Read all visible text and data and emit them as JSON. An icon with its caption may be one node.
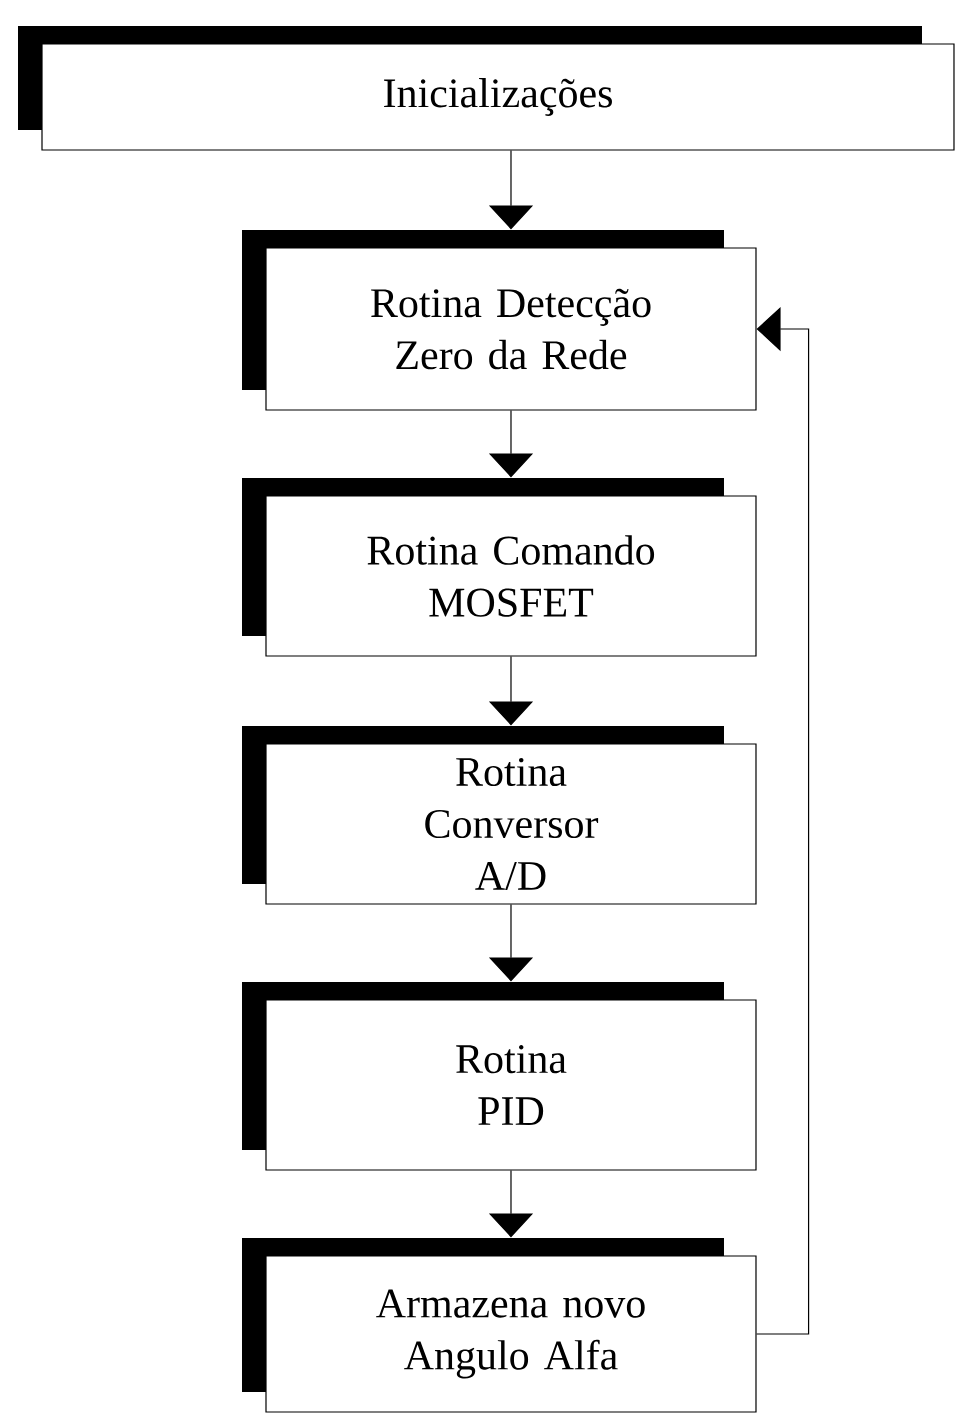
{
  "diagram": {
    "nodes": [
      {
        "text": [
          "Inicializações"
        ]
      },
      {
        "text": [
          "Rotina Detecção Zero da Rede"
        ]
      },
      {
        "text": [
          "Rotina Comando MOSFET"
        ]
      },
      {
        "text": [
          "Rotina Conversor A/D"
        ]
      },
      {
        "text": [
          "Rotina PID"
        ]
      },
      {
        "text": [
          "Armazena novo Angulo Alfa"
        ]
      }
    ],
    "edges": [
      {
        "from": 0,
        "to": 1,
        "arrow": "to"
      },
      {
        "from": 1,
        "to": 2,
        "arrow": "to"
      },
      {
        "from": 2,
        "to": 3,
        "arrow": "to"
      },
      {
        "from": 3,
        "to": 4,
        "arrow": "to"
      },
      {
        "from": 4,
        "to": 5,
        "arrow": "to"
      },
      {
        "from": 5,
        "to": 1,
        "arrow": "to"
      }
    ]
  }
}
